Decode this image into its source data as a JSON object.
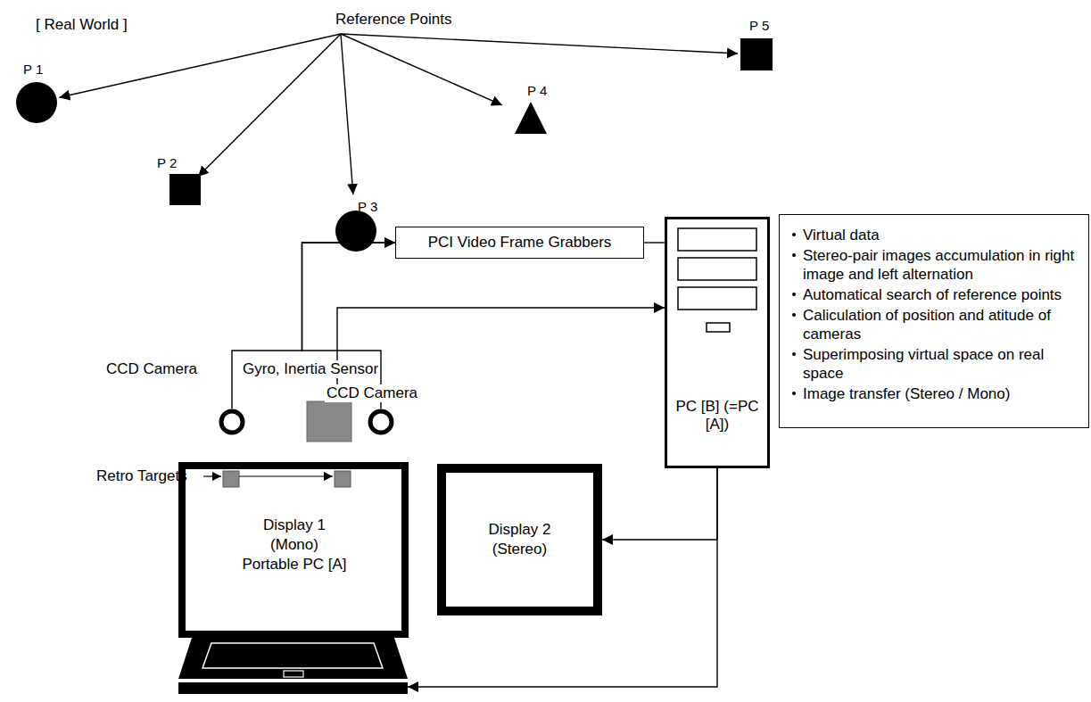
{
  "diagram": {
    "nodes": [
      {
        "text": [
          "Reference Points"
        ]
      },
      {
        "text": [
          "P 1"
        ]
      },
      {
        "text": [
          "P 2"
        ]
      },
      {
        "text": [
          "P 3"
        ]
      },
      {
        "text": [
          "P 4"
        ]
      },
      {
        "text": [
          "P 5"
        ]
      },
      {
        "text": [
          "PCI Video Frame Grabbers"
        ]
      },
      {
        "text": [
          "PC [B] (=PC [A])"
        ]
      },
      {
        "text": [
          "Virtual data",
          "Stereo-pair images accumulation in right image and left alternation",
          "Automatical search of reference points",
          "Caliculation of position and atitude of cameras",
          "Superimposing virtual space on real space",
          "Image transfer (Stereo / Mono)"
        ]
      },
      {
        "text": [
          "CCD Camera"
        ]
      },
      {
        "text": [
          "Gyro, Inertia Sensor"
        ]
      },
      {
        "text": [
          "CCD Camera"
        ]
      },
      {
        "text": [
          "Display 1 (Mono)",
          "Portable PC [A]"
        ]
      },
      {
        "text": [
          "Display 2 (Stereo)"
        ]
      }
    ],
    "edges": [
      {
        "from": 0,
        "to": 1,
        "arrow": "to"
      },
      {
        "from": 0,
        "to": 2,
        "arrow": "to"
      },
      {
        "from": 0,
        "to": 3,
        "arrow": "to"
      },
      {
        "from": 0,
        "to": 4,
        "arrow": "to"
      },
      {
        "from": 0,
        "to": 5,
        "arrow": "to"
      },
      {
        "from": 9,
        "to": 6,
        "arrow": "to"
      },
      {
        "from": 11,
        "to": 6,
        "arrow": "to"
      },
      {
        "from": 10,
        "to": 7,
        "arrow": "to"
      },
      {
        "from": 6,
        "to": 7,
        "arrow": "none"
      },
      {
        "from": 7,
        "to": 13,
        "arrow": "to"
      },
      {
        "from": 7,
        "to": 12,
        "arrow": "to"
      }
    ],
    "labels": [
      "[ Real World ]",
      "Retro Targets"
    ]
  }
}
